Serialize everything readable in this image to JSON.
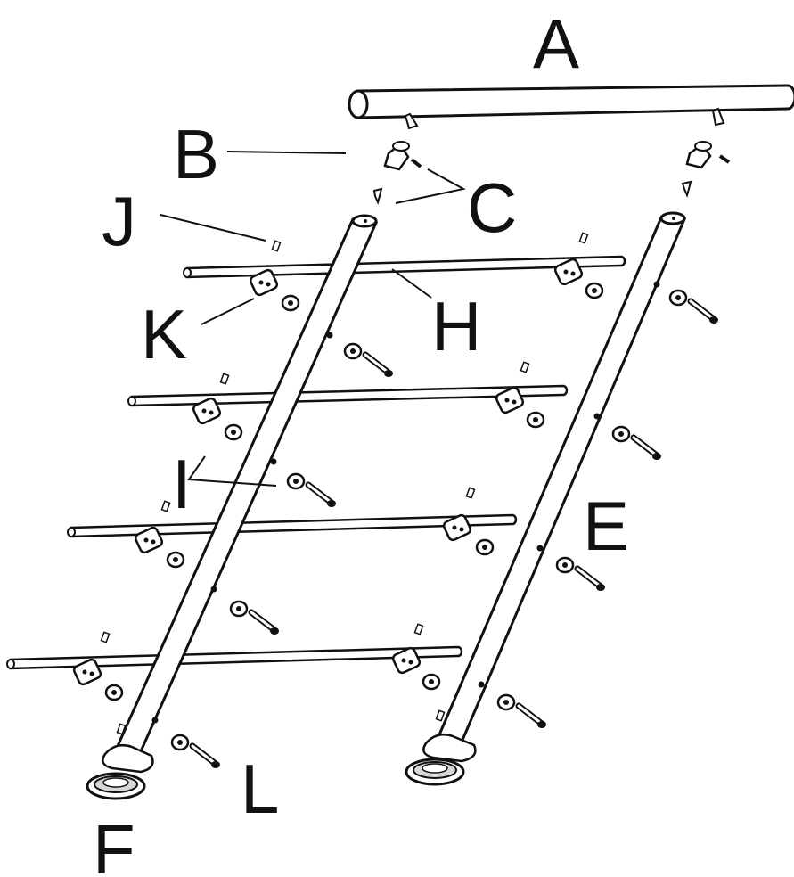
{
  "labels": {
    "A": "A",
    "B": "B",
    "C": "C",
    "J": "J",
    "K": "K",
    "H": "H",
    "I": "I",
    "E": "E",
    "L": "L",
    "F": "F"
  },
  "colors": {
    "ink": "#111111",
    "fill": "#ffffff",
    "flange_fill": "#d8d8d8"
  }
}
